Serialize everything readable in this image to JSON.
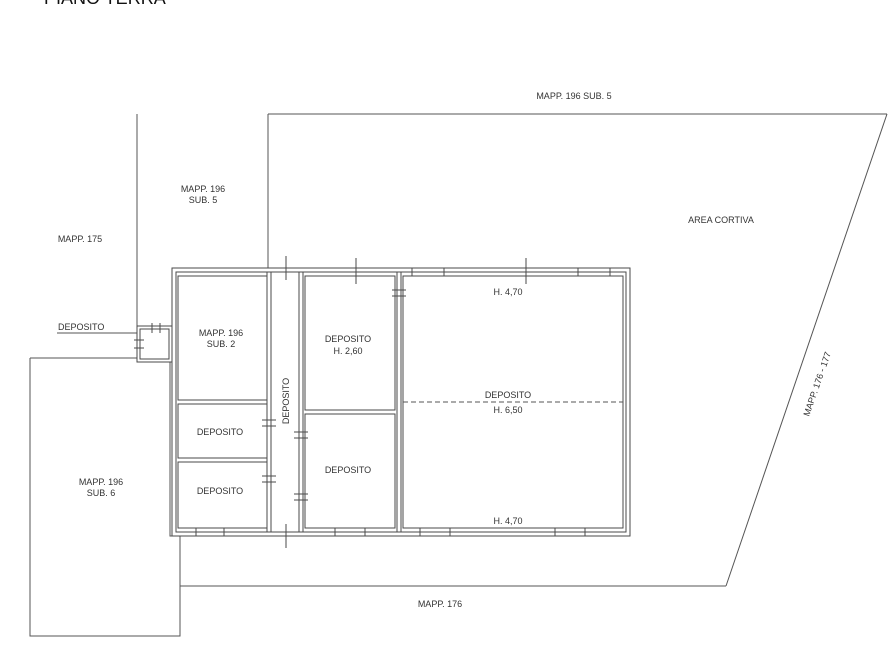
{
  "header": {
    "title": "PIANO TERRA"
  },
  "labels": {
    "mapp196_sub5_top": "MAPP. 196 SUB. 5",
    "mapp196_left_line1": "MAPP. 196",
    "mapp196_left_line2": "SUB. 5",
    "mapp175": "MAPP. 175",
    "area_cortiva": "AREA CORTIVA",
    "deposito_outside": "DEPOSITO",
    "room_mapp196_line1": "MAPP. 196",
    "room_mapp196_line2": "SUB. 2",
    "deposito_small1": "DEPOSITO",
    "deposito_small2": "DEPOSITO",
    "deposito_corridor": "DEPOSITO",
    "deposito_mid_line1": "DEPOSITO",
    "deposito_mid_line2": "H. 2,60",
    "deposito_mid_lower": "DEPOSITO",
    "h_top": "H. 4,70",
    "deposito_big_line1": "DEPOSITO",
    "deposito_big_line2": "H. 6,50",
    "h_bottom": "H. 4,70",
    "mapp176_177": "MAPP. 176 - 177",
    "mapp196_sub6_line1": "MAPP. 196",
    "mapp196_sub6_line2": "SUB. 6",
    "mapp176_bottom": "MAPP. 176"
  },
  "colors": {
    "line": "#555555",
    "wall": "#4a4a4a",
    "text": "#333333",
    "background": "#ffffff"
  }
}
